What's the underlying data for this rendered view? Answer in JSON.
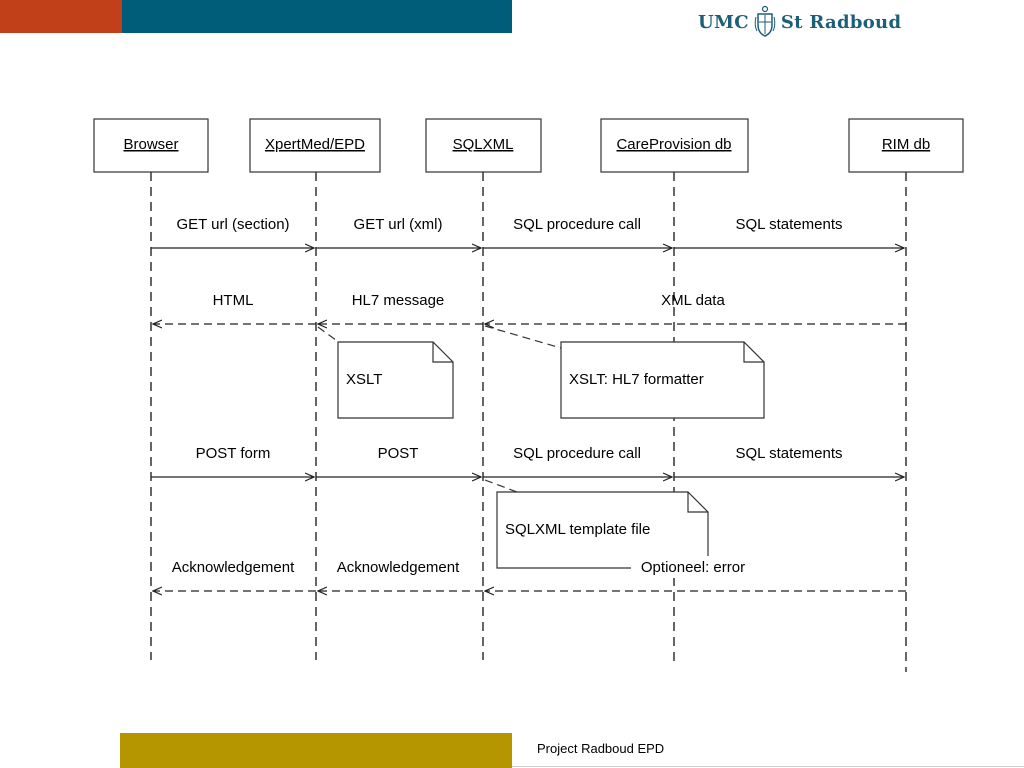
{
  "header": {
    "logo": {
      "left_text": "UMC",
      "right_text": "St Radboud",
      "emblem_icon": "shield-crest-icon"
    }
  },
  "colors": {
    "orange": "#c1401a",
    "teal": "#005d7a",
    "gold": "#b59500",
    "logo": "#1d5e78"
  },
  "footer": {
    "text": "Project Radboud EPD"
  },
  "diagram": {
    "actors": [
      {
        "id": "browser",
        "label": "Browser"
      },
      {
        "id": "xpertmed",
        "label": "XpertMed/EPD"
      },
      {
        "id": "sqlxml",
        "label": "SQLXML"
      },
      {
        "id": "careprovision",
        "label": "CareProvision db"
      },
      {
        "id": "rim",
        "label": "RIM db"
      }
    ],
    "messages": [
      {
        "id": "get-section",
        "label": "GET url (section)",
        "from": "browser",
        "to": "xpertmed",
        "style": "solid"
      },
      {
        "id": "get-xml",
        "label": "GET url  (xml)",
        "from": "xpertmed",
        "to": "sqlxml",
        "style": "solid"
      },
      {
        "id": "sql-call-1",
        "label": "SQL procedure call",
        "from": "sqlxml",
        "to": "careprovision",
        "style": "solid"
      },
      {
        "id": "sql-statements-1",
        "label": "SQL statements",
        "from": "careprovision",
        "to": "rim",
        "style": "solid"
      },
      {
        "id": "html",
        "label": "HTML",
        "from": "xpertmed",
        "to": "browser",
        "style": "dashed"
      },
      {
        "id": "hl7-message",
        "label": "HL7 message",
        "from": "sqlxml",
        "to": "xpertmed",
        "style": "dashed"
      },
      {
        "id": "xml-data",
        "label": "XML data",
        "from": "rim",
        "to": "sqlxml",
        "style": "dashed"
      },
      {
        "id": "post-form",
        "label": "POST form",
        "from": "browser",
        "to": "xpertmed",
        "style": "solid"
      },
      {
        "id": "post",
        "label": "POST",
        "from": "xpertmed",
        "to": "sqlxml",
        "style": "solid"
      },
      {
        "id": "sql-call-2",
        "label": "SQL procedure call",
        "from": "sqlxml",
        "to": "careprovision",
        "style": "solid"
      },
      {
        "id": "sql-statements-2",
        "label": "SQL statements",
        "from": "careprovision",
        "to": "rim",
        "style": "solid"
      },
      {
        "id": "ack-1",
        "label": "Acknowledgement",
        "from": "xpertmed",
        "to": "browser",
        "style": "dashed"
      },
      {
        "id": "ack-2",
        "label": "Acknowledgement",
        "from": "sqlxml",
        "to": "xpertmed",
        "style": "dashed"
      },
      {
        "id": "error",
        "label": "Optioneel: error",
        "from": "rim",
        "to": "sqlxml",
        "style": "dashed"
      }
    ],
    "notes": [
      {
        "id": "note-xslt",
        "label": "XSLT"
      },
      {
        "id": "note-hl7-formatter",
        "label": "XSLT: HL7 formatter"
      },
      {
        "id": "note-template",
        "label": "SQLXML template file"
      }
    ]
  }
}
